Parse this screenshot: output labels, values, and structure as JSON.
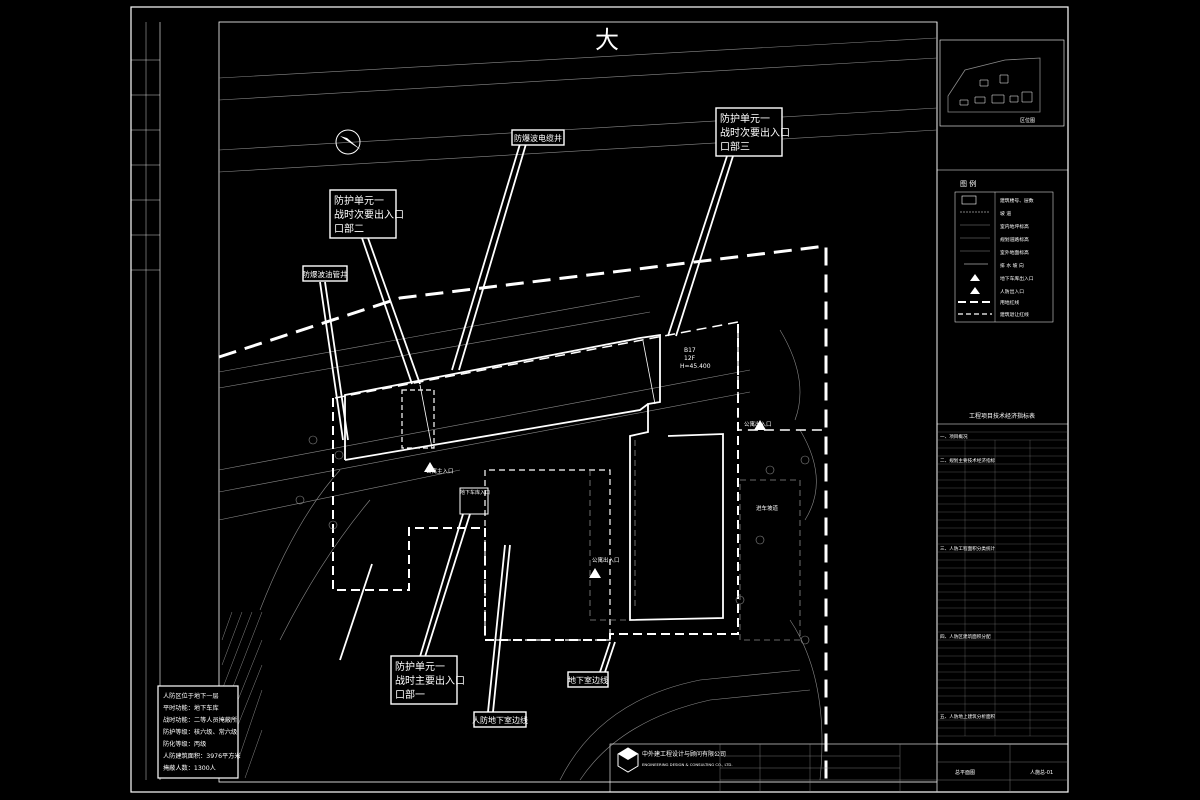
{
  "title": {
    "heading": "大"
  },
  "callouts": {
    "cable_well": "防爆波电缆井",
    "oil_pipe_well": "防爆波油管井",
    "exit2": [
      "防护单元一",
      "战时次要出入口",
      "口部二"
    ],
    "exit3": [
      "防护单元一",
      "战时次要出入口",
      "口部三"
    ],
    "exit1": [
      "防护单元一",
      "战时主要出入口",
      "口部一"
    ],
    "basement_edge": "地下室边线",
    "civil_defense_edge": "人防地下室边线"
  },
  "building": {
    "name": "B17",
    "floors": "12F",
    "height": "H=45.400"
  },
  "site_labels": {
    "public_entrance": "公寓主入口",
    "public_entrance_2": "公寓出入口",
    "public_entrance_3": "公寓出入口",
    "vehicle_entrance": "地下车库入口",
    "ramp": "进车坡道"
  },
  "info_note": [
    "人防区位于地下一层",
    "平时功能：地下车库",
    "战时功能：二等人员掩蔽所",
    "防护等级：核六级、常六级",
    "防化等级：丙级",
    "人防建筑面积：3976平方米",
    "掩蔽人数：1300人"
  ],
  "legend": {
    "heading": "图 例",
    "items": [
      "建筑楼号、层数",
      "坡 道",
      "室内地坪标高",
      "规划道路标高",
      "室外地面标高",
      "排 水 坡 向",
      "地下车库出入口",
      "人防出入口",
      "用地红线",
      "建筑退让红线"
    ]
  },
  "keyplan_label": "区位图",
  "table": {
    "heading": "工程项目技术经济指标表",
    "section1": "一、项目概况",
    "section2": "二、规划主要技术经济指标",
    "section3": "三、人防工程面积分类统计",
    "section4": "四、人防区建筑面积分配",
    "section5": "五、人防地上建筑分析面积"
  },
  "company": {
    "name_cn": "中外建工程设计与顾问有限公司",
    "name_en": "ENGINEERING DESIGN & CONSULTING CO., LTD.",
    "sheet_title": "总平面图",
    "sheet_no": "人施总-01"
  },
  "colors": {
    "background": "#000000",
    "line": "#ffffff",
    "grey": "#8a8a8a"
  }
}
